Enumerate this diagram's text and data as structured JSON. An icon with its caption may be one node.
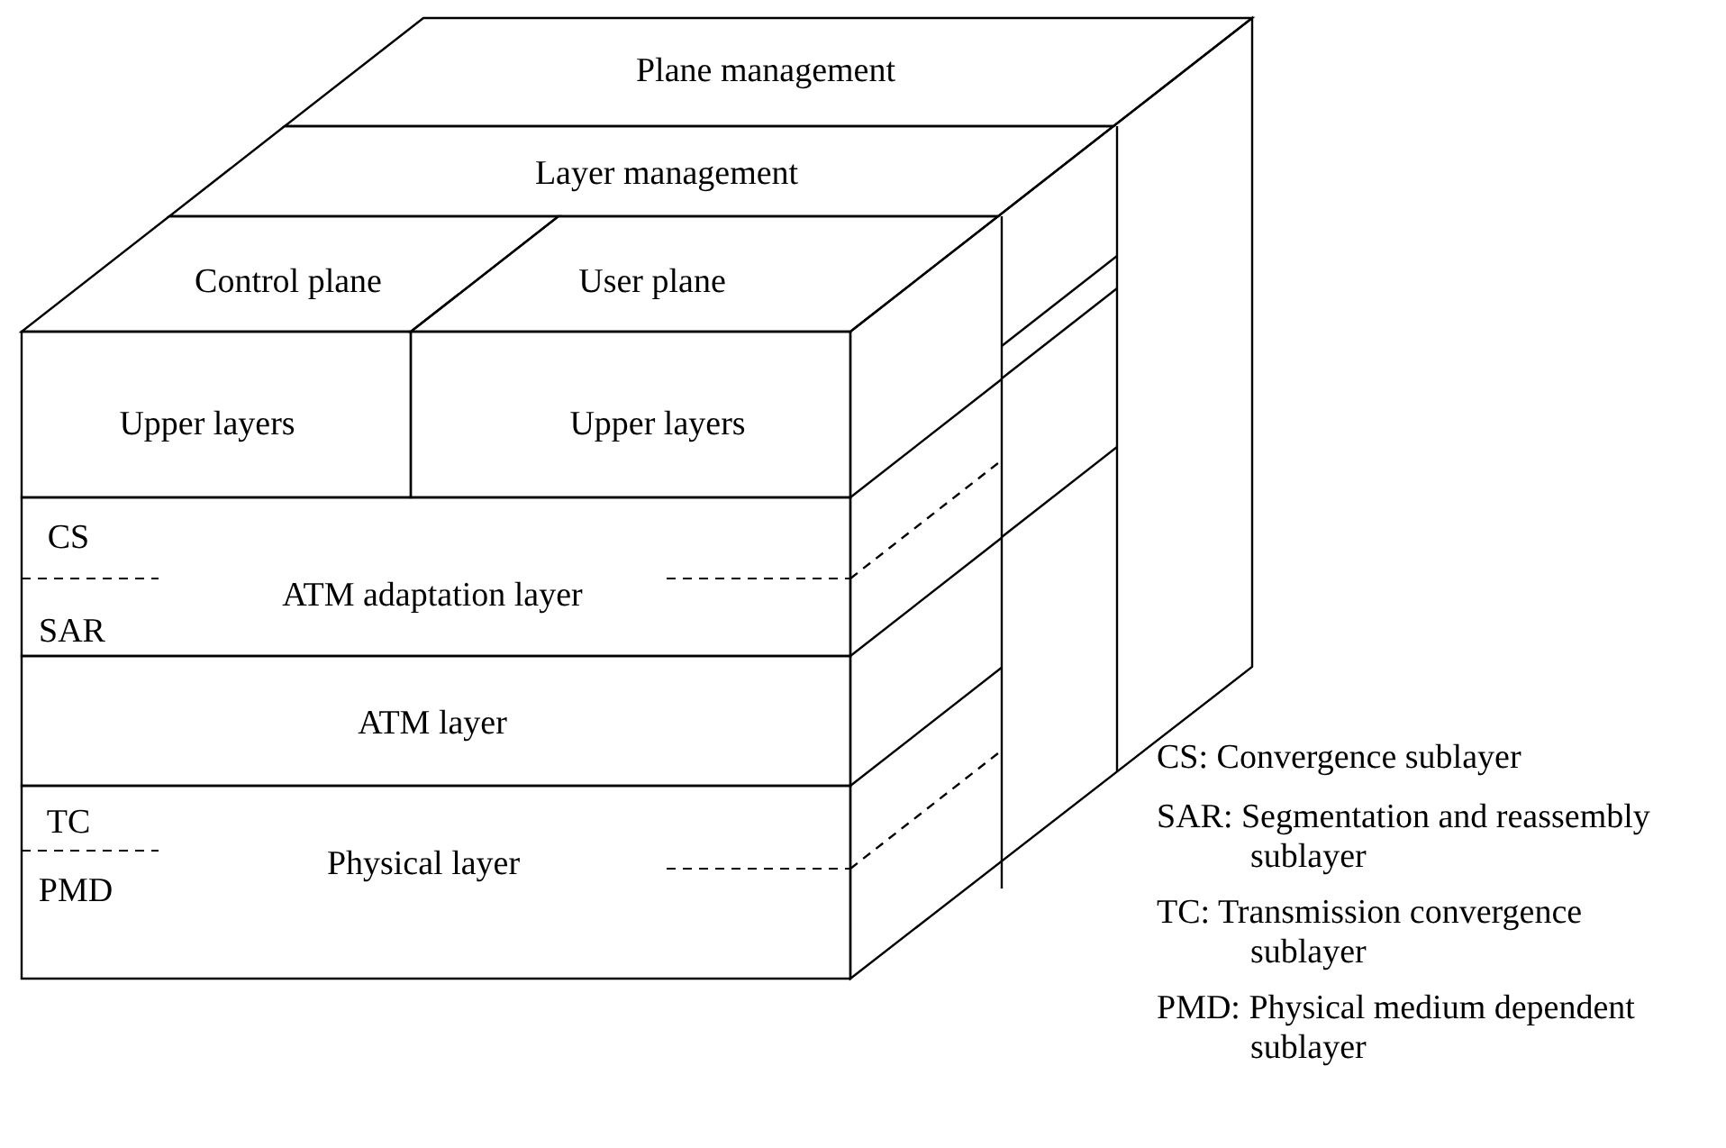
{
  "diagram": {
    "nodes": [
      {
        "text": [
          "Plane management"
        ]
      },
      {
        "text": [
          "Layer management"
        ]
      },
      {
        "text": [
          "Control plane"
        ]
      },
      {
        "text": [
          "User plane"
        ]
      },
      {
        "text": [
          "Upper layers"
        ]
      },
      {
        "text": [
          "Upper layers"
        ]
      },
      {
        "text": [
          "CS",
          "ATM adaptation layer",
          "SAR"
        ]
      },
      {
        "text": [
          "ATM layer"
        ]
      },
      {
        "text": [
          "TC",
          "Physical layer",
          "PMD"
        ]
      }
    ],
    "labels": [
      "CS: Convergence sublayer",
      "SAR: Segmentation and reassembly sublayer",
      "TC: Transmission convergence sublayer",
      "PMD: Physical medium dependent sublayer"
    ]
  }
}
